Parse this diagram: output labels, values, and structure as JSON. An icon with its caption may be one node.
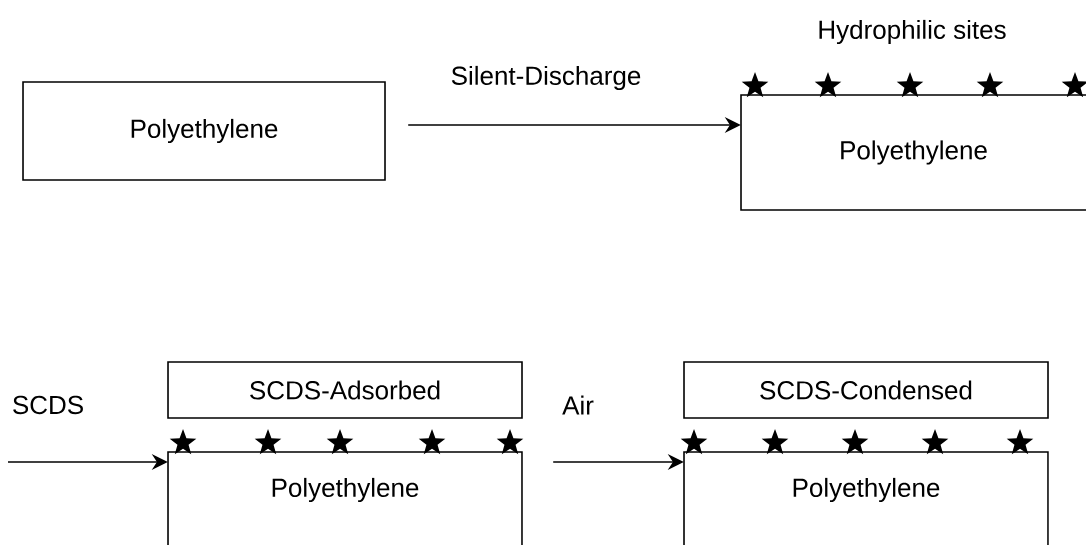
{
  "diagram": {
    "nodes": [
      {
        "text": [
          "Polyethylene"
        ]
      },
      {
        "text": [
          "Polyethylene"
        ],
        "beside": [
          "Hydrophilic sites"
        ]
      },
      {
        "text": [
          "SCDS-Adsorbed"
        ]
      },
      {
        "text": [
          "Polyethylene"
        ]
      },
      {
        "text": [
          "SCDS-Condensed"
        ]
      },
      {
        "text": [
          "Polyethylene"
        ]
      }
    ],
    "edges": [
      {
        "from": 0,
        "to": 1,
        "arrow": "to",
        "label": "Silent-Discharge"
      },
      {
        "from": null,
        "to": 3,
        "arrow": "to",
        "label": "SCDS"
      },
      {
        "from": 3,
        "to": 5,
        "arrow": "to",
        "label": "Air"
      }
    ]
  }
}
